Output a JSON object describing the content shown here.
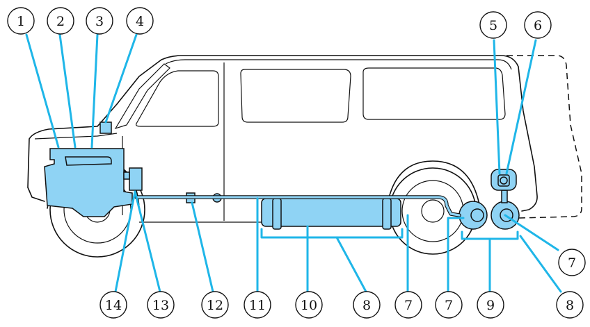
{
  "colors": {
    "component_fill": "#8fd3f4",
    "leader_line": "#1fb6e8",
    "outline": "#111111",
    "background": "#ffffff"
  },
  "callouts": {
    "c1": "1",
    "c2": "2",
    "c3": "3",
    "c4": "4",
    "c5": "5",
    "c6": "6",
    "c7a": "7",
    "c7b": "7",
    "c7c": "7",
    "c8a": "8",
    "c8b": "8",
    "c9": "9",
    "c10": "10",
    "c11": "11",
    "c12": "12",
    "c13": "13",
    "c14": "14"
  }
}
